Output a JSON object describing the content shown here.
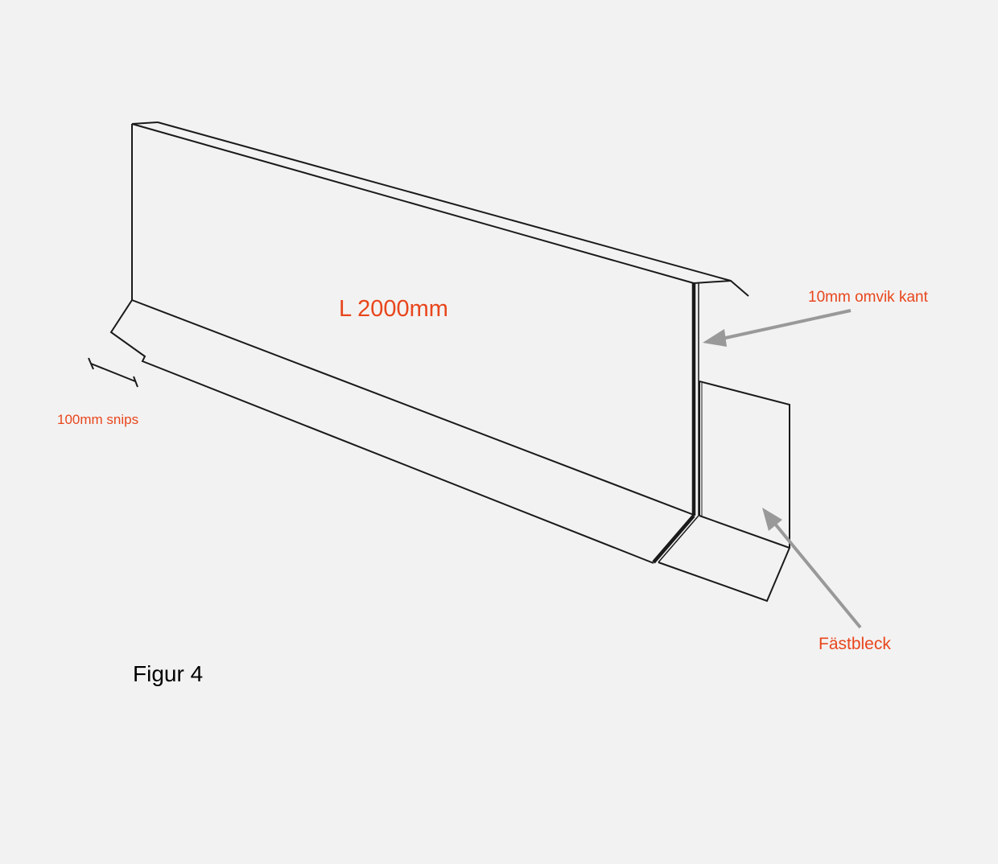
{
  "colors": {
    "background": "#f3f2f2",
    "line": "#1a1a1a",
    "annotation": "#e8461c",
    "arrow": "#999999",
    "caption": "#000000"
  },
  "labels": {
    "length": "L 2000mm",
    "fold_edge": "10mm omvik kant",
    "snip": "100mm snips",
    "bracket": "Fästbleck",
    "figure": "Figur 4"
  }
}
